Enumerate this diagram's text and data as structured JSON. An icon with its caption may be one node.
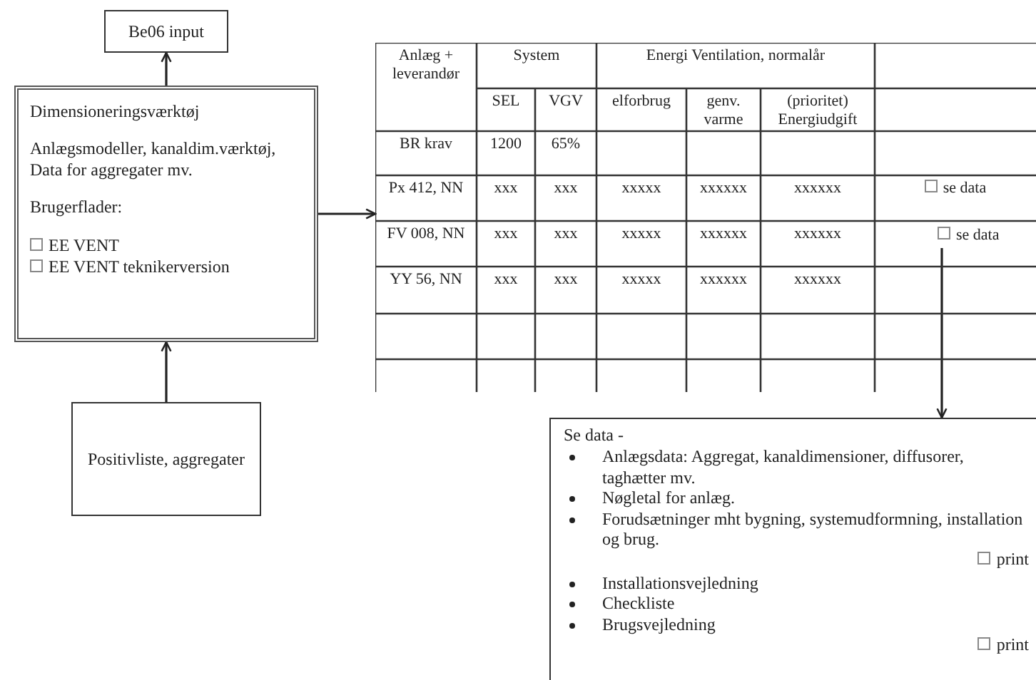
{
  "diagram": {
    "nodes": [
      {
        "text": [
          "Be06 input"
        ]
      },
      {
        "text": [
          "Dimensioneringsværktøj",
          "Anlægsmodeller, kanaldim.værktøj, Data for aggregater mv.",
          "Brugerflader:",
          "EE VENT",
          "EE VENT teknikerversion"
        ]
      },
      {
        "text": [
          "Positivliste, aggregater"
        ]
      },
      {
        "text": [],
        "shape": "box"
      },
      {
        "text": [
          "se data"
        ],
        "in": 3
      },
      {
        "text": [
          "Se data -",
          "Anlægsdata: Aggregat, kanaldimensioner, diffusorer, taghætter mv.",
          "Nøgletal for anlæg.",
          "Forudsætninger mht bygning, systemudformning, installation og brug.",
          "print",
          "Installationsvejledning",
          "Checkliste",
          "Brugsvejledning",
          "print"
        ]
      }
    ],
    "edges": [
      {
        "from": 1,
        "to": 0,
        "arrow": "to"
      },
      {
        "from": 2,
        "to": 1,
        "arrow": "to"
      },
      {
        "from": 1,
        "to": 3,
        "arrow": "to"
      },
      {
        "from": 4,
        "to": 5,
        "arrow": "to"
      }
    ],
    "labels": [
      "Anlæg + leverandør",
      "System",
      "Energi Ventilation, normalår",
      "SEL",
      "VGV",
      "elforbrug",
      "genv. varme",
      "(prioritet) Energiudgift",
      "BR krav",
      "1200",
      "65%",
      "Px 412, NN",
      "xxx",
      "xxx",
      "xxxxx",
      "xxxxxx",
      "xxxxxx",
      "se data",
      "FV 008, NN",
      "xxx",
      "xxx",
      "xxxxx",
      "xxxxxx",
      "xxxxxx",
      "YY 56, NN",
      "xxx",
      "xxx",
      "xxxxx",
      "xxxxxx",
      "xxxxxx"
    ]
  }
}
